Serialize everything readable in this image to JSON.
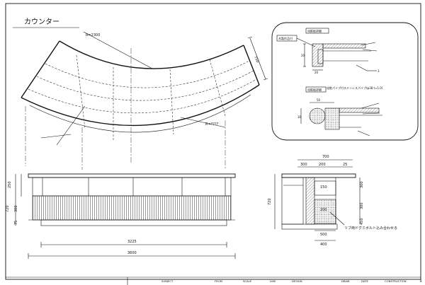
{
  "title": "カウンター",
  "plan": {
    "leader_top": "R=2300",
    "leader_bottom": "R=????",
    "dim_right": "750"
  },
  "elevation": {
    "heights": [
      "250",
      "720",
      "300",
      "75"
    ],
    "inner_width": "3225",
    "total_width": "3600"
  },
  "section": {
    "top_width": "700",
    "parts": [
      "300",
      "200",
      "25",
      "150",
      "200",
      "500",
      "400"
    ],
    "note": "リブ両ドグミボルト込み合わせる",
    "heights": [
      "720",
      "300",
      "300",
      "450"
    ]
  },
  "details": {
    "box1_tag": "化粧板詳細",
    "box1_callout": "木製作品付",
    "box1_dims": [
      "20",
      "20",
      "3"
    ],
    "box2_tag": "化粧板詳細",
    "box2_callout": "化粧パイプ付ステンレスパイプ(φ38 t=1.0)",
    "box2_dims": [
      "30",
      "50"
    ]
  },
  "title_block": [
    "SUBJECT",
    "FROM",
    "SCALE",
    "LINE",
    "DESIGN",
    "DRAW",
    "DATE",
    "CONSTRUCTION"
  ],
  "page_number": "8"
}
